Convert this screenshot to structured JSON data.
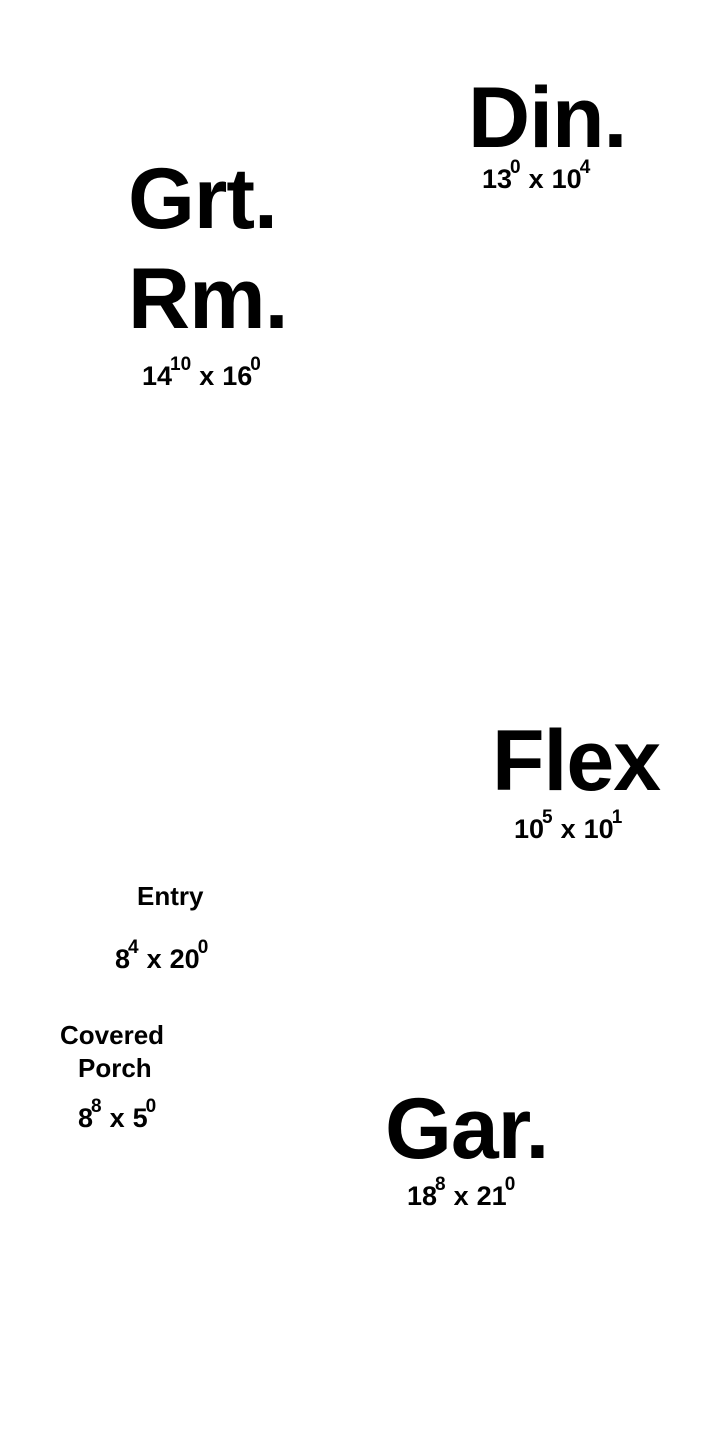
{
  "rooms": {
    "din": {
      "name": "Din.",
      "w": "13",
      "w_in": "0",
      "h": "10",
      "h_in": "4"
    },
    "grt": {
      "name_line1": "Grt.",
      "name_line2": "Rm.",
      "w": "14",
      "w_in": "10",
      "h": "16",
      "h_in": "0"
    },
    "flex": {
      "name": "Flex",
      "w": "10",
      "w_in": "5",
      "h": "10",
      "h_in": "1"
    },
    "entry": {
      "name": "Entry",
      "w": "8",
      "w_in": "4",
      "h": "20",
      "h_in": "0"
    },
    "porch": {
      "name_line1": "Covered",
      "name_line2": "Porch",
      "w": "8",
      "w_in": "8",
      "h": "5",
      "h_in": "0"
    },
    "gar": {
      "name": "Gar.",
      "w": "18",
      "w_in": "8",
      "h": "21",
      "h_in": "0"
    }
  },
  "separator": "x"
}
